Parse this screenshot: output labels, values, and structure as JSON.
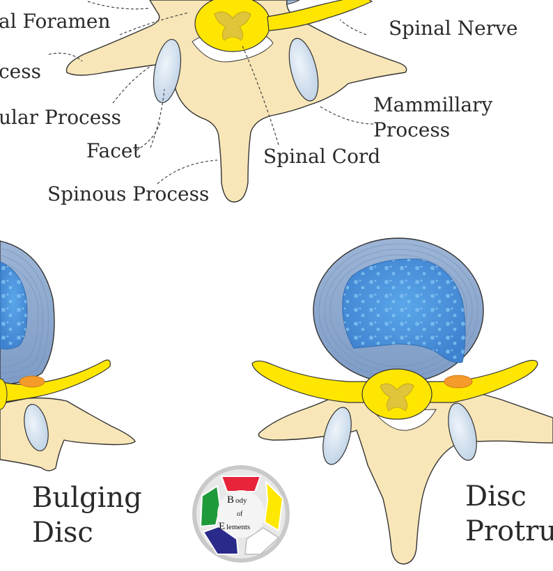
{
  "labels": {
    "foramen": "al Foramen",
    "spinal_nerve": "Spinal Nerve",
    "process": "cess",
    "mammillary_1": "Mammillary",
    "mammillary_2": "Process",
    "articular": "ular Process",
    "facet": "Facet",
    "spinal_cord": "Spinal Cord",
    "spinous": "Spinous Process"
  },
  "captions": {
    "bulging_1": "Bulging",
    "bulging_2": "Disc",
    "protrusion_1": "Disc",
    "protrusion_2": "Protrus"
  },
  "logo": {
    "big_b": "B",
    "line1": "ody",
    "line2": "of",
    "big_e": "E",
    "line3": "lements"
  },
  "colors": {
    "bone": "#f8e6b8",
    "nerve": "#ffe600",
    "disc_outer": "#8aa6cc",
    "nucleus": "#4a8fd6",
    "facet": "#d8e6f2",
    "herniation": "#f49b2b"
  }
}
